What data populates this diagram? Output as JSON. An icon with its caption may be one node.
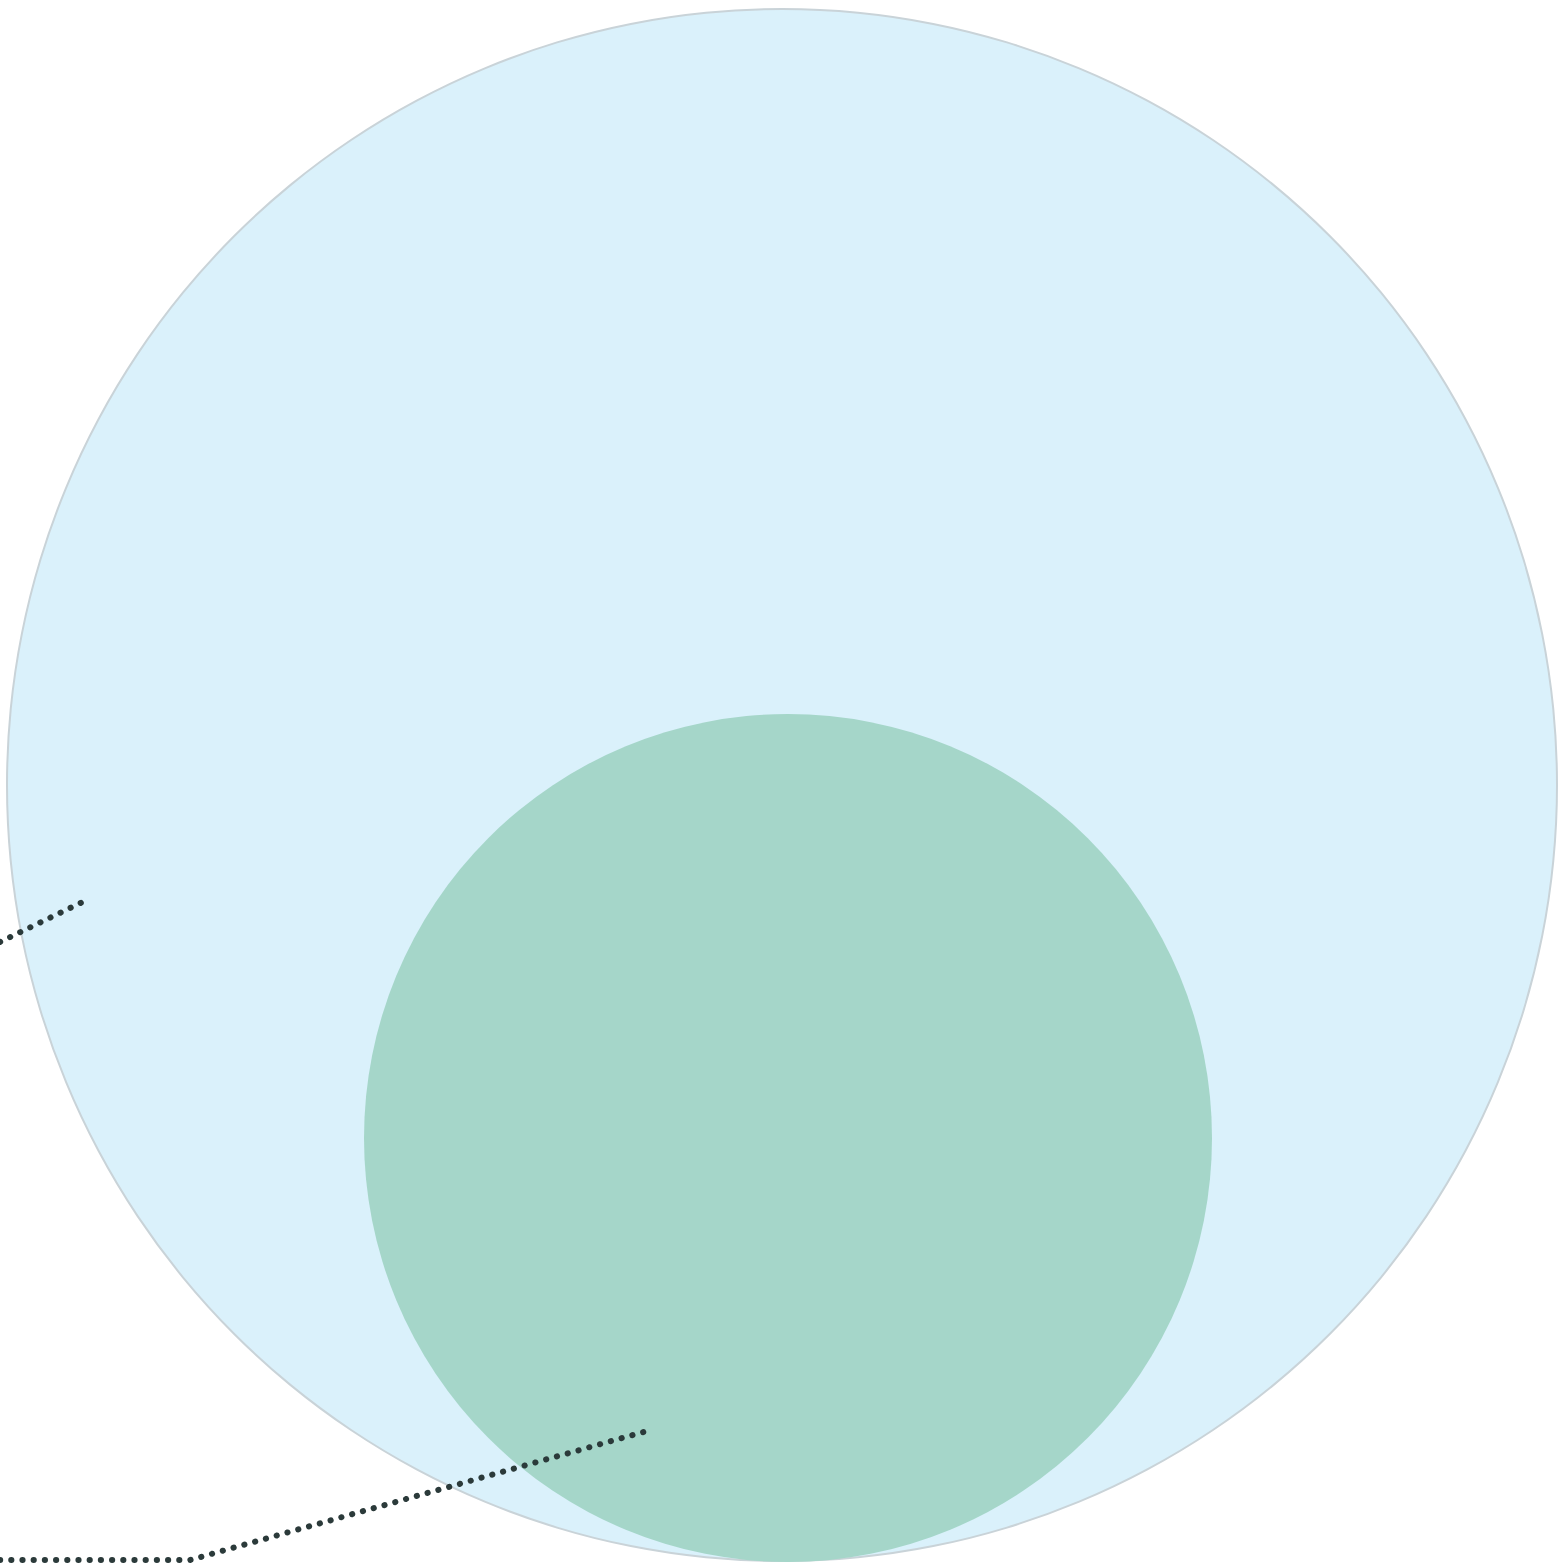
{
  "diagram": {
    "nodes": [
      {
        "text": [],
        "shape": "circle"
      },
      {
        "text": [],
        "shape": "circle",
        "in": 0
      }
    ],
    "edges": [
      {
        "from": null,
        "to": 0,
        "arrow": "none",
        "style": "dashed"
      },
      {
        "from": null,
        "to": 1,
        "arrow": "none",
        "style": "dashed"
      }
    ]
  }
}
